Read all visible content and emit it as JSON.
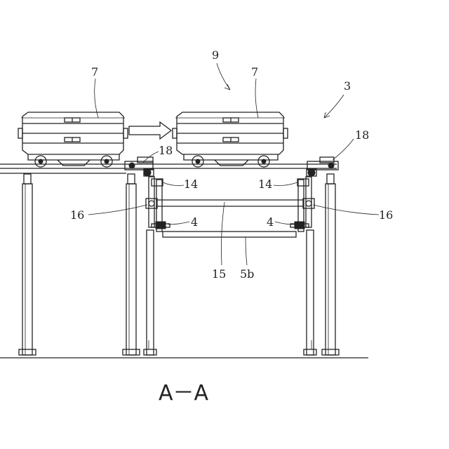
{
  "labels": {
    "l7a": "7",
    "l7b": "7",
    "l9": "9",
    "l3": "3",
    "l18a": "18",
    "l18b": "18",
    "l14a": "14",
    "l14b": "14",
    "l16a": "16",
    "l16b": "16",
    "l4a": "4",
    "l4b": "4",
    "l15": "15",
    "l5b": "5b"
  },
  "caption": "A－A"
}
